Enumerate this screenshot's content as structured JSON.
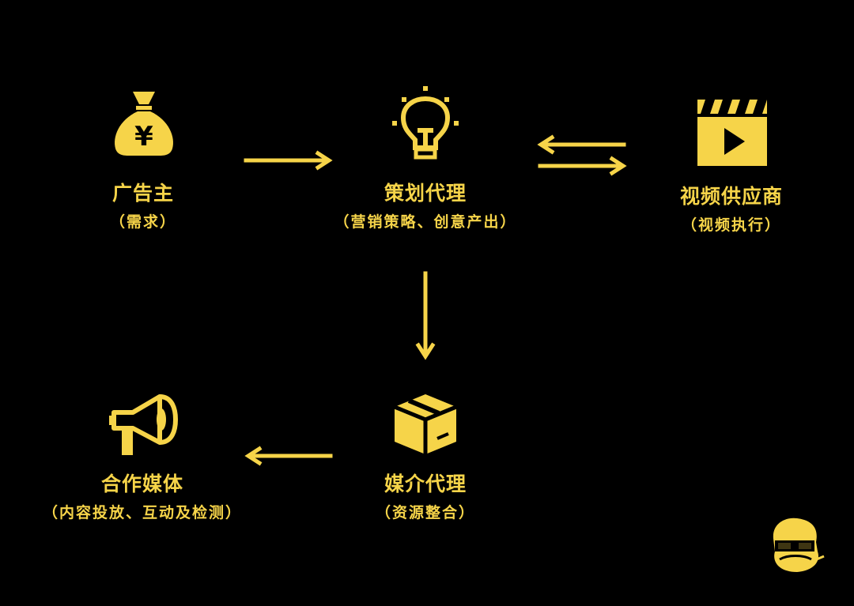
{
  "accent_color": "#f6d449",
  "nodes": {
    "advertiser": {
      "title": "广告主",
      "subtitle": "（需求）",
      "icon": "money-bag-icon"
    },
    "planning": {
      "title": "策划代理",
      "subtitle": "（营销策略、创意产出）",
      "icon": "lightbulb-icon"
    },
    "video": {
      "title": "视频供应商",
      "subtitle": "（视频执行）",
      "icon": "clapperboard-icon"
    },
    "media_agency": {
      "title": "媒介代理",
      "subtitle": "（资源整合）",
      "icon": "box-icon"
    },
    "media_partner": {
      "title": "合作媒体",
      "subtitle": "（内容投放、互动及检测）",
      "icon": "megaphone-icon"
    }
  },
  "money_symbol": "¥"
}
